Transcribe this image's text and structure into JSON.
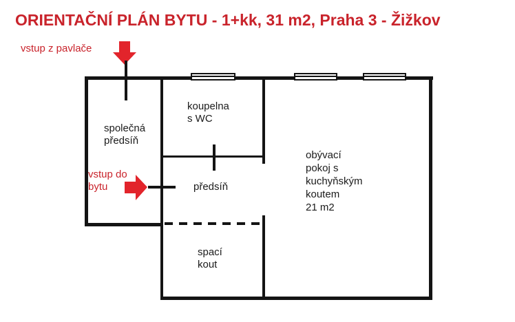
{
  "title": "ORIENTAČNÍ PLÁN BYTU - 1+kk, 31 m2, Praha 3 - Žižkov",
  "annotations": {
    "entry_from_gallery": "vstup z pavlače",
    "entry_to_flat": "vstup do\nbytu"
  },
  "rooms": {
    "shared_hall": "společná\npředsíň",
    "bathroom": "koupelna\ns WC",
    "hall": "předsíň",
    "sleeping_nook": "spací\nkout",
    "living_room": "obývací\npokoj s\nkuchyňským\nkoutem\n21 m2"
  },
  "colors": {
    "title_red": "#c9232b",
    "arrow_red": "#e2242b",
    "wall_black": "#141414",
    "background": "#ffffff"
  }
}
